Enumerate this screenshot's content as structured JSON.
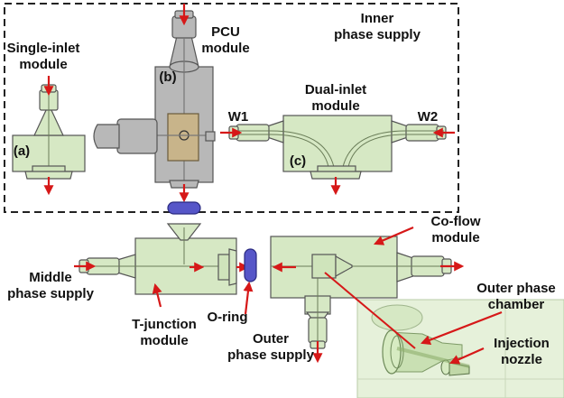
{
  "labels": {
    "pcu_module": "PCU\nmodule",
    "inner_phase_supply": "Inner\nphase supply",
    "single_inlet_module": "Single-inlet\nmodule",
    "dual_inlet_module": "Dual-inlet\nmodule",
    "w1": "W1",
    "w2": "W2",
    "tag_a": "(a)",
    "tag_b": "(b)",
    "tag_c": "(c)",
    "co_flow_module": "Co-flow\nmodule",
    "middle_phase_supply": "Middle\nphase supply",
    "t_junction_module": "T-junction\nmodule",
    "o_ring": "O-ring",
    "outer_phase_supply": "Outer\nphase supply",
    "outer_phase_chamber": "Outer phase\nchamber",
    "injection_nozzle": "Injection\nnozzle"
  },
  "colors": {
    "module_body": "#d6e8c4",
    "flow_arrow": "#d61818",
    "o_ring": "#5656c8",
    "metal_part": "#b8b8b8",
    "pcu_core": "#c8b48a",
    "dashed_border": "#222222"
  }
}
